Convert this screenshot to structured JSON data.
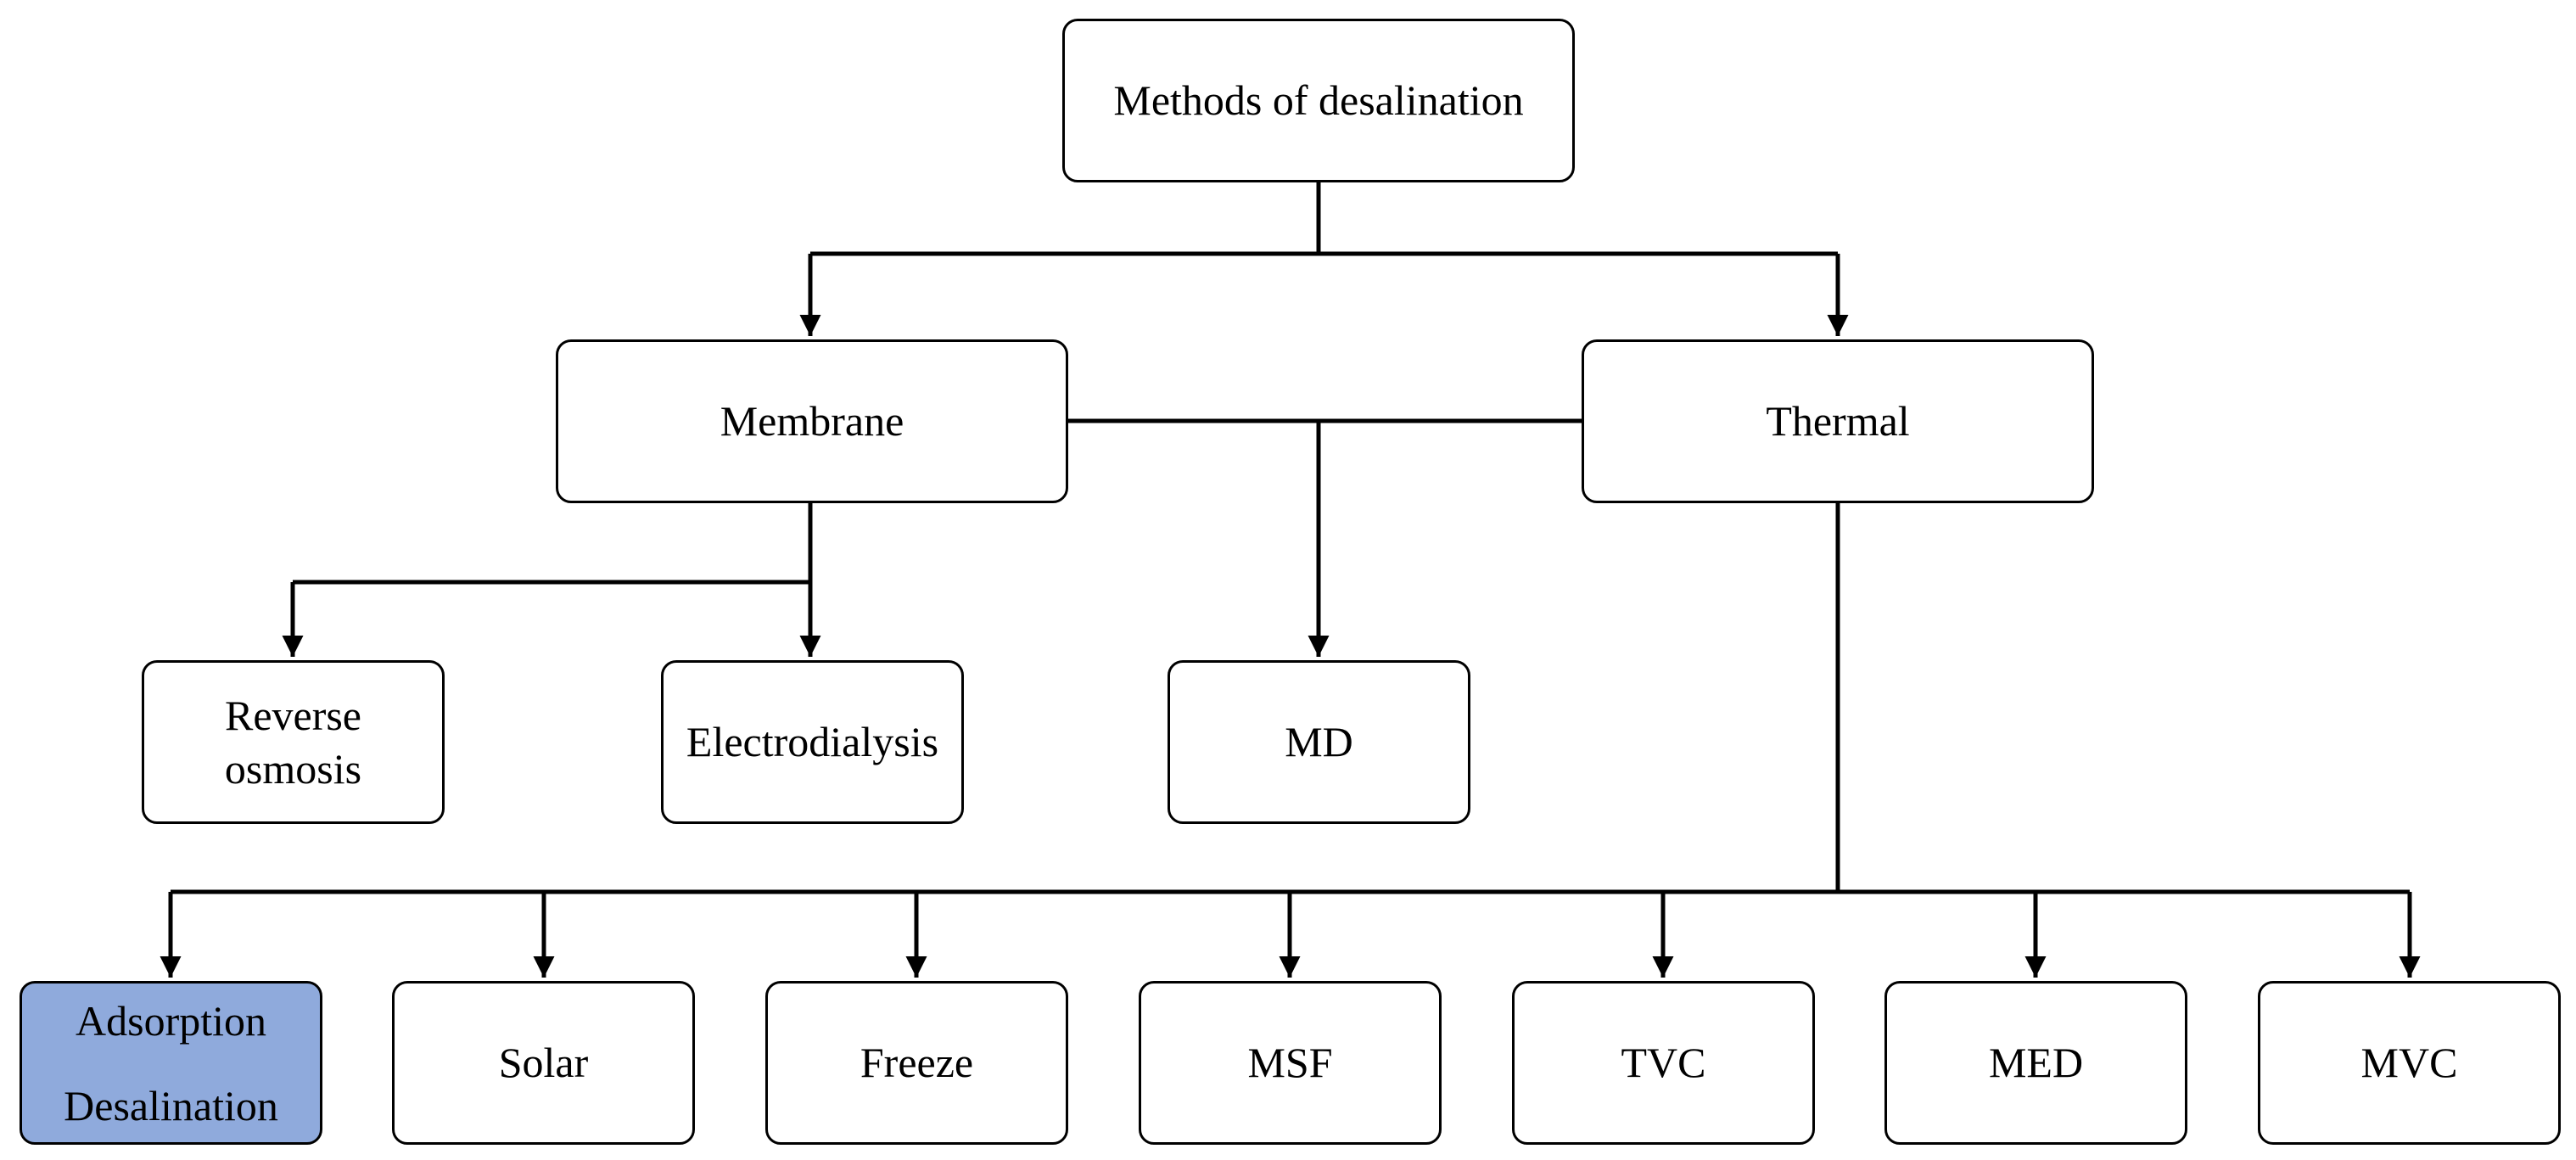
{
  "diagram": {
    "root": {
      "label": "Methods of desalination"
    },
    "categories": {
      "membrane": {
        "label": "Membrane"
      },
      "thermal": {
        "label": "Thermal"
      }
    },
    "membrane_children": {
      "reverse_osmosis": {
        "line1": "Reverse",
        "line2": "osmosis"
      },
      "electrodialysis": {
        "label": "Electrodialysis"
      }
    },
    "shared_child": {
      "label": "MD"
    },
    "thermal_children": {
      "adsorption": {
        "line1": "Adsorption",
        "line2": "Desalination",
        "highlight_color": "#8faadc"
      },
      "solar": {
        "label": "Solar"
      },
      "freeze": {
        "label": "Freeze"
      },
      "msf": {
        "label": "MSF"
      },
      "tvc": {
        "label": "TVC"
      },
      "med": {
        "label": "MED"
      },
      "mvc": {
        "label": "MVC"
      }
    },
    "colors": {
      "stroke": "#000000",
      "box_fill": "#ffffff",
      "highlight_fill": "#8faadc"
    }
  }
}
